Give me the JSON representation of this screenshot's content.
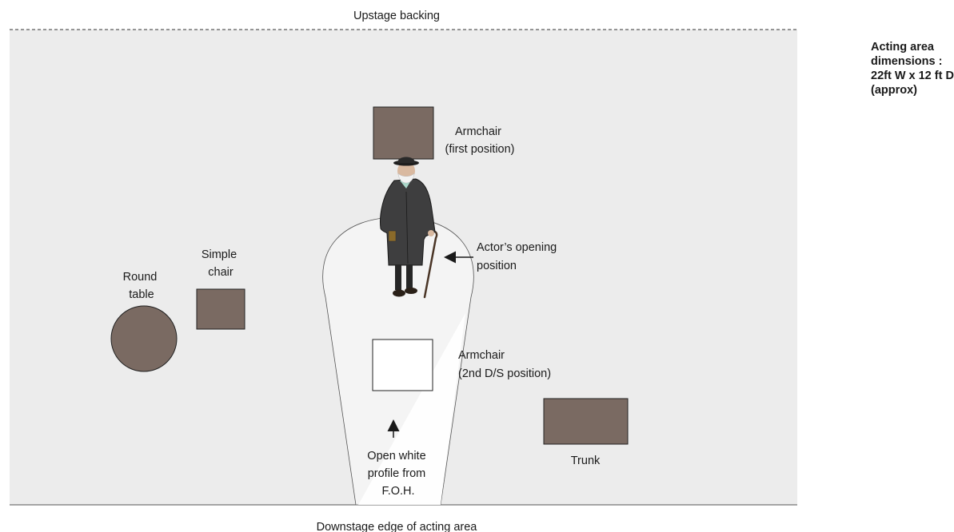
{
  "labels": {
    "upstage": "Upstage backing",
    "downstage": "Downstage edge of acting area",
    "armchair_first": [
      "Armchair",
      "(first position)"
    ],
    "actor_opening": [
      "Actor’s opening",
      "position"
    ],
    "simple_chair": [
      "Simple",
      "chair"
    ],
    "round_table": [
      "Round",
      "table"
    ],
    "armchair_second": [
      "Armchair",
      "(2nd D/S position)"
    ],
    "trunk": "Trunk",
    "profile": [
      "Open white",
      "profile from",
      "F.O.H."
    ]
  },
  "dimensions": {
    "line1": "Acting area",
    "line2": "dimensions :",
    "line3": "22ft W x 12 ft D",
    "line4": "(approx)"
  },
  "colors": {
    "stage_floor": "#ececec",
    "furniture": "#7a6a62",
    "outline": "#222222",
    "beam": "#f8f8f8"
  }
}
